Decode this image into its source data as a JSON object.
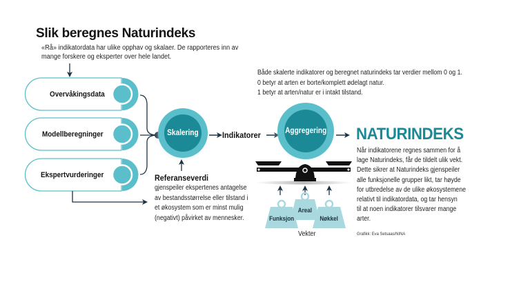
{
  "header": {
    "title": "Slik beregnes Naturindeks",
    "intro_line1": "«Rå» indikatordata har ulike opphav og skalaer. De rapporteres inn av",
    "intro_line2": "mange forskere og eksperter over hele landet."
  },
  "top_note": {
    "line1": "Både skalerte indikatorer og beregnet naturindeks tar verdier mellom 0 og 1.",
    "line2": "0 betyr at arten er borte/komplett ødelagt natur.",
    "line3": "1 betyr at arten/natur er i intakt tilstand."
  },
  "sources": [
    {
      "label": "Overvåkingsdata"
    },
    {
      "label": "Modellberegninger"
    },
    {
      "label": "Ekspertvurderinger"
    }
  ],
  "nodes": {
    "scaling": "Skalering",
    "intermediate": "Indikatorer",
    "aggregation": "Aggregering",
    "result": "NATURINDEKS"
  },
  "reference": {
    "title": "Referanseverdi",
    "lines": [
      "gjenspeiler ekspertenes antagelse",
      "av bestandsstørrelse eller tilstand i",
      "et økosystem som er minst mulig",
      "(negativt) påvirket av mennesker."
    ]
  },
  "weights": {
    "caption": "Vekter",
    "items": [
      {
        "label": "Funksjon"
      },
      {
        "label": "Areal"
      },
      {
        "label": "Nøkkel"
      }
    ]
  },
  "result_text": {
    "lines": [
      "Når indikatorene regnes sammen for å",
      "lage Naturindeks, får de tildelt ulik vekt.",
      "Dette sikrer at Naturindeks gjenspeiler",
      "alle funksjonelle grupper likt, tar høyde",
      "for utbredelse av de ulike økosystemene",
      "relativt til indikatordata, og tar hensyn",
      "til at noen indikatorer tilsvarer mange",
      "arter."
    ]
  },
  "credit": "Grafikk: Eva Setsaas/NINA",
  "colors": {
    "teal_light": "#5bbfcb",
    "teal_dark": "#1b8a96",
    "navy": "#1c3344",
    "weight_fill": "#a9d9df",
    "result_title": "#1b8a96"
  }
}
